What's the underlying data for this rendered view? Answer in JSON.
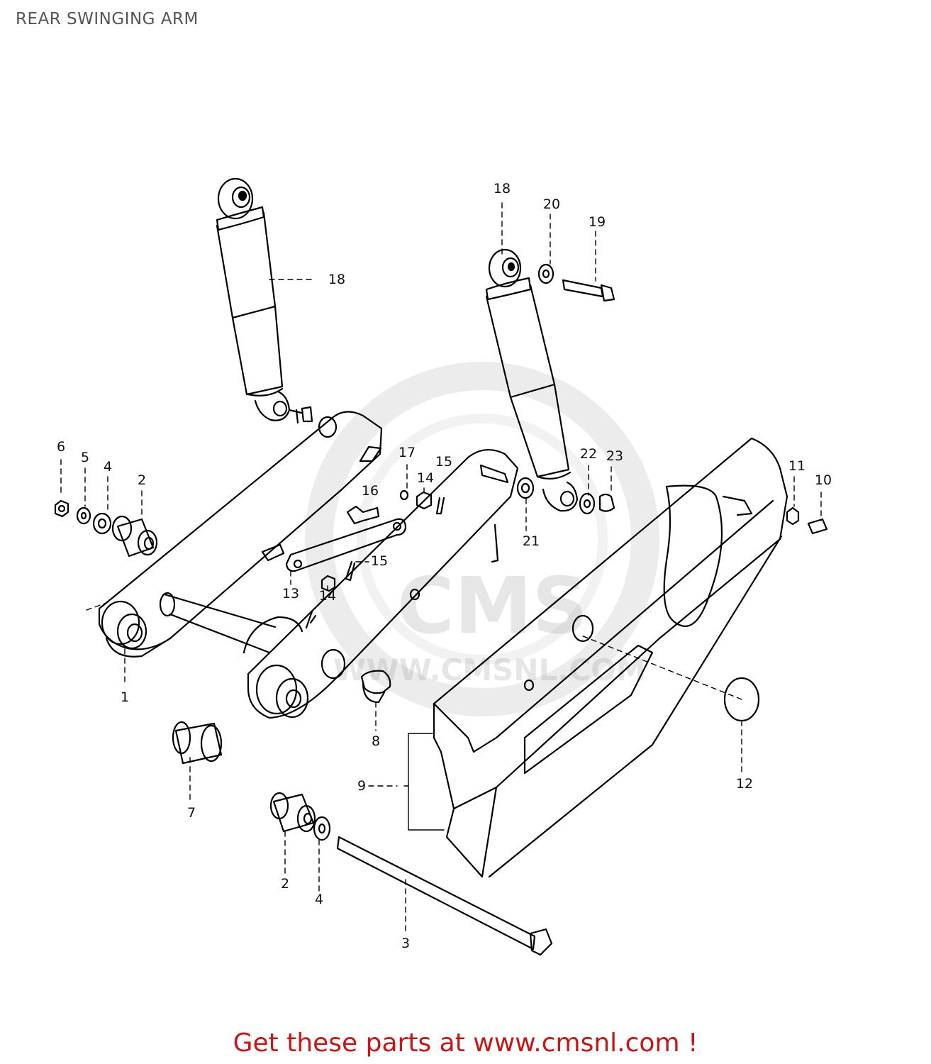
{
  "title": "REAR SWINGING ARM",
  "footer": "Get these parts at www.cmsnl.com !",
  "watermark": {
    "brand": "CMS",
    "url": "WWW.CMSNL.COM"
  },
  "callouts": [
    {
      "id": "c18a",
      "label": "18"
    },
    {
      "id": "c18b",
      "label": "18"
    },
    {
      "id": "c20",
      "label": "20"
    },
    {
      "id": "c19",
      "label": "19"
    },
    {
      "id": "c6",
      "label": "6"
    },
    {
      "id": "c5",
      "label": "5"
    },
    {
      "id": "c4a",
      "label": "4"
    },
    {
      "id": "c2a",
      "label": "2"
    },
    {
      "id": "c17",
      "label": "17"
    },
    {
      "id": "c15a",
      "label": "15"
    },
    {
      "id": "c14a",
      "label": "14"
    },
    {
      "id": "c16",
      "label": "16"
    },
    {
      "id": "c22",
      "label": "22"
    },
    {
      "id": "c23",
      "label": "23"
    },
    {
      "id": "c11",
      "label": "11"
    },
    {
      "id": "c10",
      "label": "10"
    },
    {
      "id": "c21",
      "label": "21"
    },
    {
      "id": "c15b",
      "label": "15"
    },
    {
      "id": "c13",
      "label": "13"
    },
    {
      "id": "c14b",
      "label": "14"
    },
    {
      "id": "c1",
      "label": "1"
    },
    {
      "id": "c8",
      "label": "8"
    },
    {
      "id": "c7",
      "label": "7"
    },
    {
      "id": "c9",
      "label": "9"
    },
    {
      "id": "c12",
      "label": "12"
    },
    {
      "id": "c2b",
      "label": "2"
    },
    {
      "id": "c4b",
      "label": "4"
    },
    {
      "id": "c3",
      "label": "3"
    }
  ]
}
